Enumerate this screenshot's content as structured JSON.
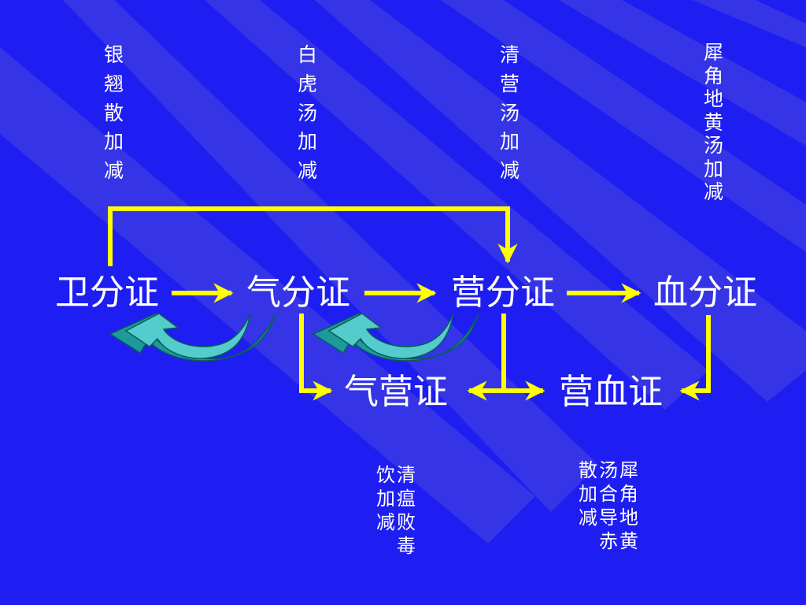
{
  "colors": {
    "background": "#1E1EF2",
    "stripe": "#3838E6",
    "text": "#FFFFFF",
    "arrow": "#FFFF00",
    "curve_light": "#55CCCC",
    "curve_dark": "#1E9A9A"
  },
  "prescriptions_top": [
    {
      "id": "yinqiao",
      "text": "银翘散加减"
    },
    {
      "id": "baihu",
      "text": "白虎汤加减"
    },
    {
      "id": "qingying",
      "text": "清营汤加减"
    },
    {
      "id": "xijiao",
      "text": "犀角地黄汤加减"
    }
  ],
  "stages": {
    "wei": "卫分证",
    "qi": "气分证",
    "ying": "营分证",
    "xue": "血分证",
    "qiying": "气营证",
    "yingxue": "营血证"
  },
  "prescriptions_bottom": {
    "qingwen": {
      "columns": [
        "清瘟败毒",
        "饮加减"
      ]
    },
    "xijiao_combo": {
      "columns": [
        "犀角地黄",
        "汤合导赤",
        "散加减"
      ]
    }
  }
}
